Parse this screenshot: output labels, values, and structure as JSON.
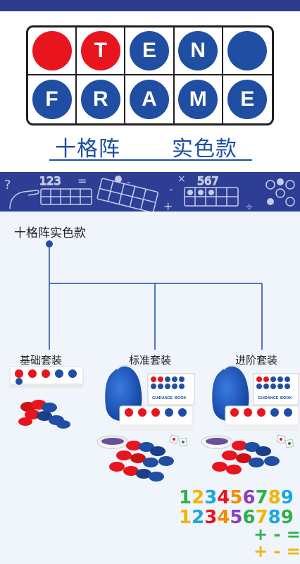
{
  "ten_frame": {
    "cells": [
      {
        "letter": "",
        "color": "#e8141e"
      },
      {
        "letter": "T",
        "color": "#e8141e"
      },
      {
        "letter": "E",
        "color": "#1f4ea3"
      },
      {
        "letter": "N",
        "color": "#1f4ea3"
      },
      {
        "letter": "",
        "color": "#1f4ea3"
      },
      {
        "letter": "F",
        "color": "#1f4ea3"
      },
      {
        "letter": "R",
        "color": "#1f4ea3"
      },
      {
        "letter": "A",
        "color": "#1f4ea3"
      },
      {
        "letter": "M",
        "color": "#1f4ea3"
      },
      {
        "letter": "E",
        "color": "#1f4ea3"
      }
    ]
  },
  "subtitle": {
    "left": "十格阵",
    "right": "实色款"
  },
  "banner": {
    "numbers_left": "123",
    "equals": "=",
    "numbers_right": "567",
    "op_minus": "-",
    "op_times": "×",
    "op_plus": "+",
    "op_divide": "÷",
    "question": "?"
  },
  "tree": {
    "root": "十格阵实色款",
    "branches": [
      "基础套装",
      "标准套装",
      "进阶套装"
    ]
  },
  "product": {
    "booklet_title_1": "GUIDANCE",
    "booklet_title_2": "BOOK",
    "numbers_row_1": "123456789",
    "numbers_row_2": "123456789",
    "ops_row_1": "+ - =",
    "ops_row_2": "+ - ="
  },
  "colors": {
    "red": "#e8141e",
    "blue": "#1f4ea3",
    "banner": "#2e3e94"
  }
}
